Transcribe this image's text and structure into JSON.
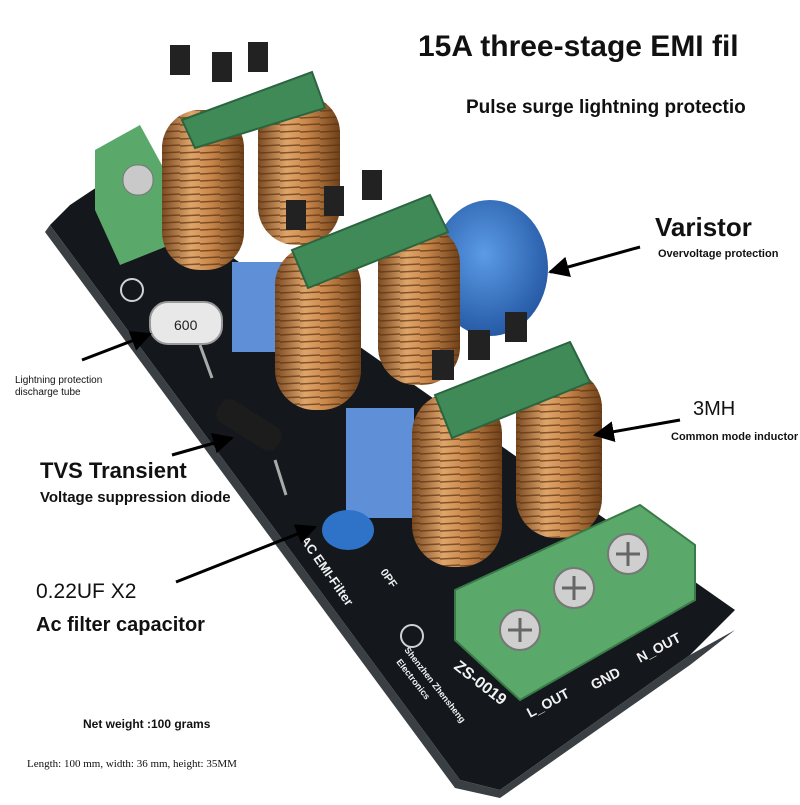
{
  "heading": {
    "title": "15A three-stage EMI fil",
    "subtitle": "Pulse surge lightning protectio"
  },
  "callouts": {
    "varistor": {
      "label": "Varistor",
      "sub": "Overvoltage protection"
    },
    "inductor": {
      "label": "3MH",
      "sub": "Common mode inductor"
    },
    "discharge_tube": {
      "label": "Lightning protection discharge tube"
    },
    "tvs": {
      "label": "TVS Transient",
      "sub": "Voltage suppression diode"
    },
    "capacitor": {
      "label": "0.22UF X2",
      "sub": "Ac filter capacitor"
    }
  },
  "specs": {
    "weight": "Net weight :100 grams",
    "dimensions": "Length: 100 mm, width: 36 mm, height: 35MM"
  },
  "board": {
    "model": "ZS-0019",
    "name": "AC EMI-Filter",
    "maker_line1": "Shenzhen Zhensheng",
    "maker_line2": "Electronics",
    "terminal_labels": [
      "L_OUT",
      "GND",
      "N_OUT"
    ],
    "tube_marking": "600",
    "cap_marking": "0PF"
  },
  "colors": {
    "pcb": "#14181c",
    "copper": "#c8864a",
    "core_cap": "#3f8a57",
    "terminal": "#5aa86a",
    "varistor": "#2f73c8",
    "x2_cap": "#5f8fd6"
  }
}
